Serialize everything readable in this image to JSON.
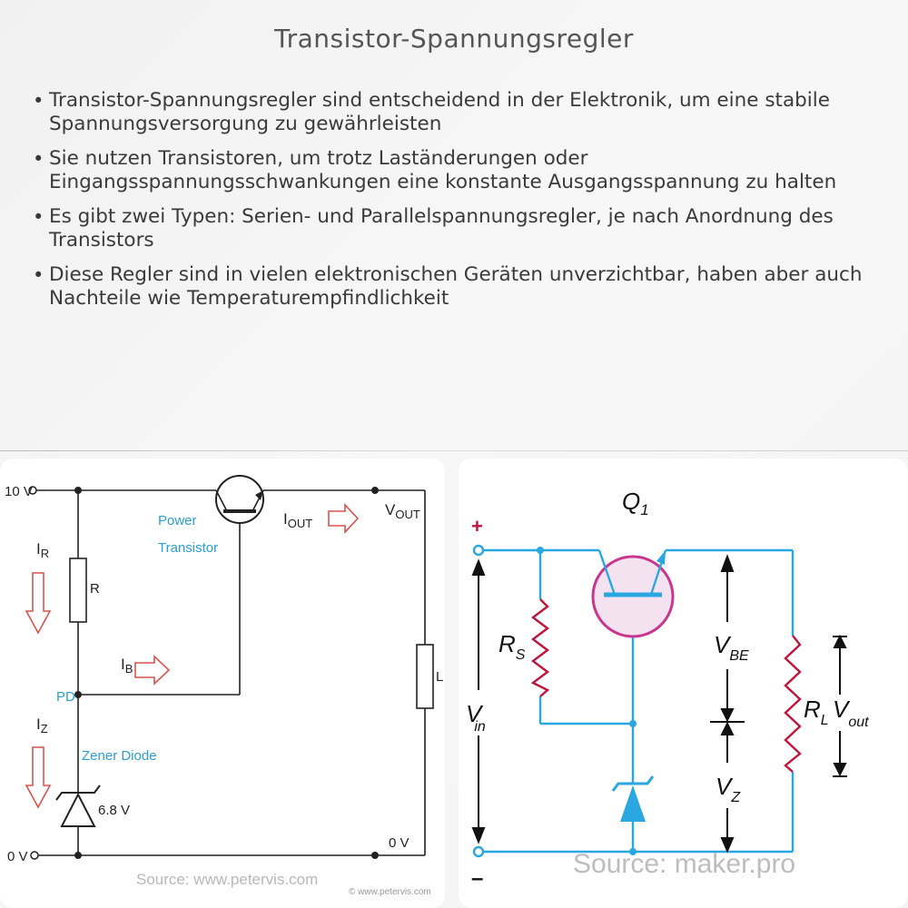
{
  "title": "Transistor-Spannungsregler",
  "bullets": [
    "Transistor-Spannungsregler sind entscheidend in der Elektronik, um eine stabile Spannungsversorgung zu gewährleisten",
    "Sie nutzen Transistoren, um trotz Laständerungen oder Eingangsspannungsschwankungen eine konstante Ausgangsspannung zu halten",
    "Es gibt zwei Typen: Serien- und Parallelspannungsregler, je nach Anordnung des Transistors",
    "Diese Regler sind in vielen elektronischen Geräten unverzichtbar, haben aber auch Nachteile wie Temperaturempfindlichkeit"
  ],
  "left_circuit": {
    "v_in": "10 V",
    "v_gnd": "0 V",
    "v_out_label": "V",
    "v_out_sub": "OUT",
    "i_out": "I",
    "i_out_sub": "OUT",
    "power_transistor_1": "Power",
    "power_transistor_2": "Transistor",
    "i_r": "I",
    "i_r_sub": "R",
    "r": "R",
    "i_b": "I",
    "i_b_sub": "B",
    "pd": "PD",
    "i_z": "I",
    "i_z_sub": "Z",
    "zener": "Zener Diode",
    "zener_v": "6.8 V",
    "load": "L",
    "zero_v": "0 V",
    "source": "Source: www.petervis.com",
    "copyright": "© www.petervis.com"
  },
  "right_circuit": {
    "q1": "Q",
    "q1_sub": "1",
    "plus": "+",
    "minus": "–",
    "rs": "R",
    "rs_sub": "S",
    "vin": "V",
    "vin_sub": "in",
    "vbe": "V",
    "vbe_sub": "BE",
    "vz": "V",
    "vz_sub": "Z",
    "rl": "R",
    "rl_sub": "L",
    "vout": "V",
    "vout_sub": "out",
    "source": "Source: maker.pro"
  },
  "colors": {
    "wire_blue": "#2aa7e0",
    "transistor_pink": "#c8378f",
    "transistor_fill": "#f5e2f0",
    "resistor_red": "#c0143c",
    "arrow_red": "#d9534f",
    "label_blue": "#2a9fd6"
  }
}
